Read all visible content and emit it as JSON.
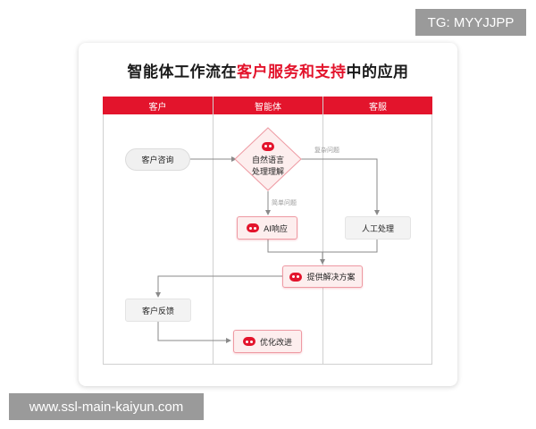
{
  "watermarks": {
    "top": "TG: MYYJJPP",
    "bottom": "www.ssl-main-kaiyun.com"
  },
  "title": {
    "prefix": "智能体工作流在",
    "highlight": "客户服务和支持",
    "suffix": "中的应用"
  },
  "lanes": [
    "客户",
    "智能体",
    "客服"
  ],
  "nodes": {
    "inquiry": "客户咨询",
    "nlp_line1": "自然语言",
    "nlp_line2": "处理理解",
    "ai_response": "AI响应",
    "manual": "人工处理",
    "solution": "提供解决方案",
    "feedback": "客户反馈",
    "improve": "优化改进"
  },
  "edge_labels": {
    "complex": "复杂问题",
    "simple": "简单问题"
  },
  "colors": {
    "accent": "#e3142c",
    "ai_node_bg": "#fdeeee",
    "ai_node_border": "#ee9aa3",
    "line": "#8a8a8a"
  },
  "icons": {
    "ai": "ai-logo-icon"
  }
}
